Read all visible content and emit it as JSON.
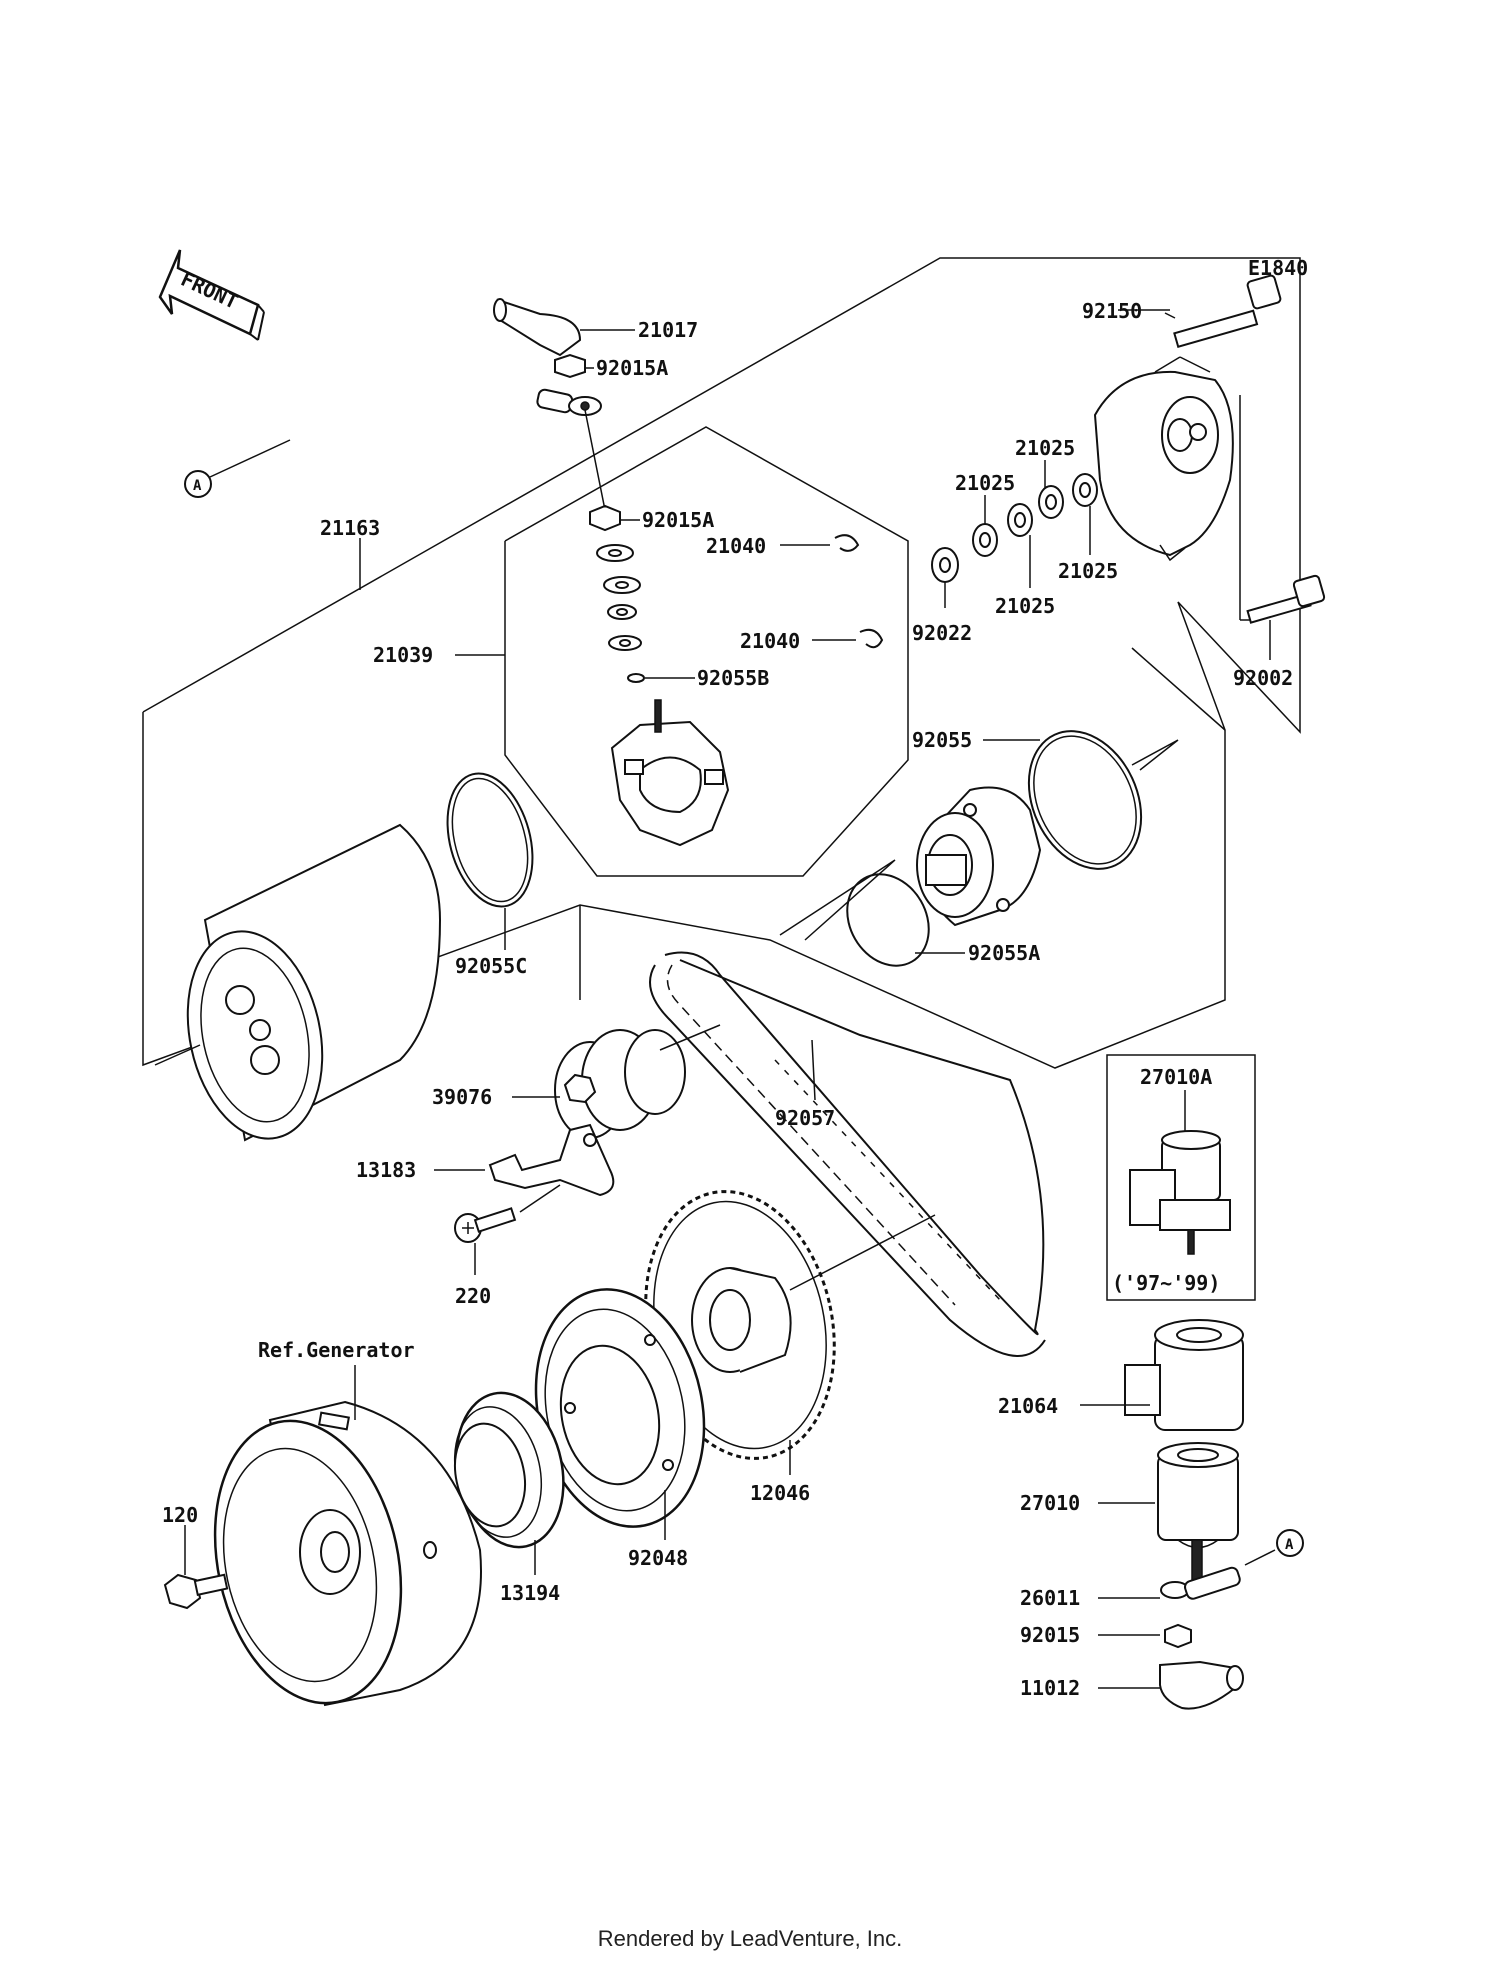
{
  "diagram": {
    "code": "E1840",
    "front_label": "FRONT",
    "ref_label": "Ref.Generator",
    "year_note": "('97~'99)",
    "connector_ref": "A",
    "footer": "Rendered by LeadVenture, Inc.",
    "parts": {
      "p21017": "21017",
      "p92015A_top": "92015A",
      "p92015A_mid": "92015A",
      "p21163": "21163",
      "p21039": "21039",
      "p21040_a": "21040",
      "p21040_b": "21040",
      "p92055B": "92055B",
      "p92150": "92150",
      "p21025_a": "21025",
      "p21025_b": "21025",
      "p21025_c": "21025",
      "p21025_d": "21025",
      "p92022": "92022",
      "p92002": "92002",
      "p92055": "92055",
      "p92055A": "92055A",
      "p92055C": "92055C",
      "p39076": "39076",
      "p92057": "92057",
      "p13183": "13183",
      "p220": "220",
      "p27010A": "27010A",
      "p21064": "21064",
      "p27010": "27010",
      "p26011": "26011",
      "p92015": "92015",
      "p11012": "11012",
      "p12046": "12046",
      "p92048": "92048",
      "p13194": "13194",
      "p120": "120"
    }
  }
}
